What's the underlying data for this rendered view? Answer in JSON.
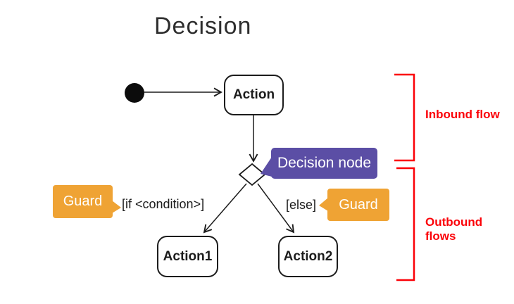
{
  "slide": {
    "title": "Decision",
    "diagram": {
      "nodes": {
        "initial": {
          "type": "initial-node"
        },
        "action": {
          "label": "Action"
        },
        "action1": {
          "label": "Action1"
        },
        "action2": {
          "label": "Action2"
        },
        "decision": {
          "type": "decision-diamond"
        }
      },
      "edge_labels": {
        "if_condition": "[if <condition>]",
        "else_label": "[else]"
      },
      "callouts": {
        "decision_node": {
          "label": "Decision node",
          "color": "#5b4ea5"
        },
        "guard_left": {
          "label": "Guard",
          "color": "#efa334"
        },
        "guard_right": {
          "label": "Guard",
          "color": "#efa334"
        }
      },
      "annotations": {
        "inbound": {
          "label": "Inbound flow",
          "color": "#fb0007"
        },
        "outbound": {
          "label": "Outbound flows",
          "color": "#fb0007"
        }
      }
    }
  }
}
